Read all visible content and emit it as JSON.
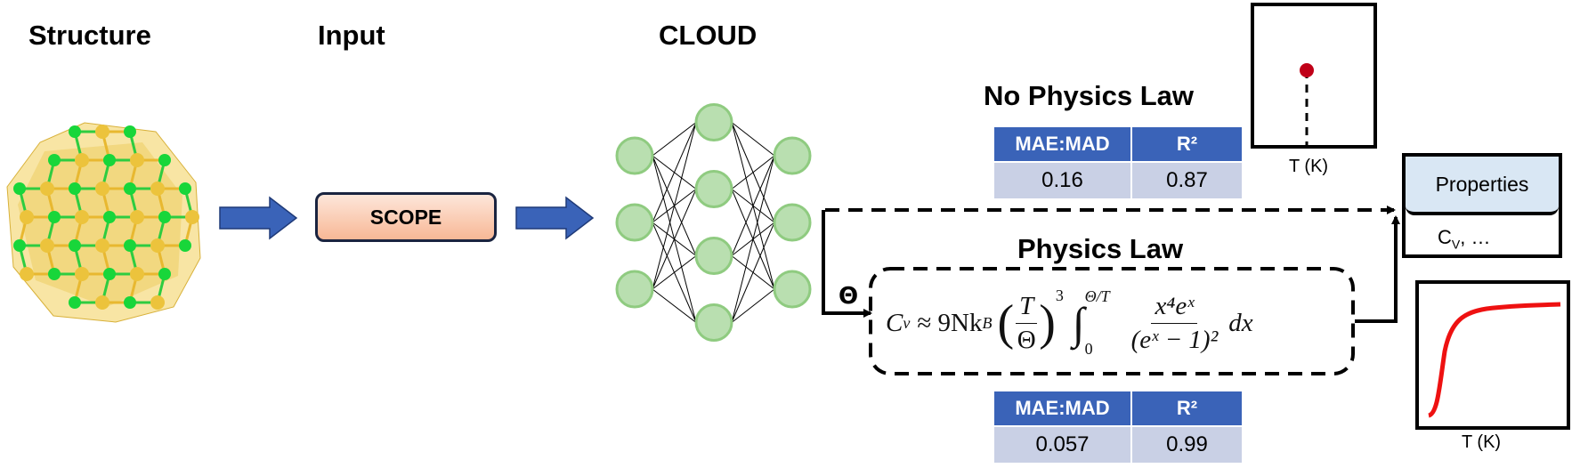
{
  "headings": {
    "structure": "Structure",
    "input": "Input",
    "cloud": "CLOUD",
    "no_physics": "No Physics Law",
    "physics": "Physics Law"
  },
  "input_box": {
    "label": "SCOPE"
  },
  "metrics_no_physics": {
    "headers": [
      "MAE:MAD",
      "R²"
    ],
    "values": [
      "0.16",
      "0.87"
    ]
  },
  "metrics_physics": {
    "headers": [
      "MAE:MAD",
      "R²"
    ],
    "values": [
      "0.057",
      "0.99"
    ]
  },
  "theta_label": "Θ",
  "formula": {
    "lhs": "C",
    "lhs_sub": "v",
    "approx": "≈ 9Nk",
    "kb_sub": "B",
    "frac1_num": "T",
    "frac1_den": "Θ",
    "power": "3",
    "integral": "∫",
    "int_upper": "Θ/T",
    "int_lower": "0",
    "frac2_num": "x⁴eˣ",
    "frac2_den": "(eˣ − 1)²",
    "dx": "dx"
  },
  "properties": {
    "title": "Properties",
    "sub": "C",
    "sub_subscript": "V",
    "sub_rest": ", …"
  },
  "plot_point": {
    "xlabel": "T (K)",
    "marker_color": "#c00018"
  },
  "plot_curve": {
    "xlabel": "T (K)",
    "curve_color": "#ee1111"
  },
  "colors": {
    "arrow_blue": "#3a63b8",
    "node_green": "#b9dfb0",
    "node_ring": "#8fcb80"
  },
  "network": {
    "layers": [
      3,
      4,
      3
    ]
  }
}
